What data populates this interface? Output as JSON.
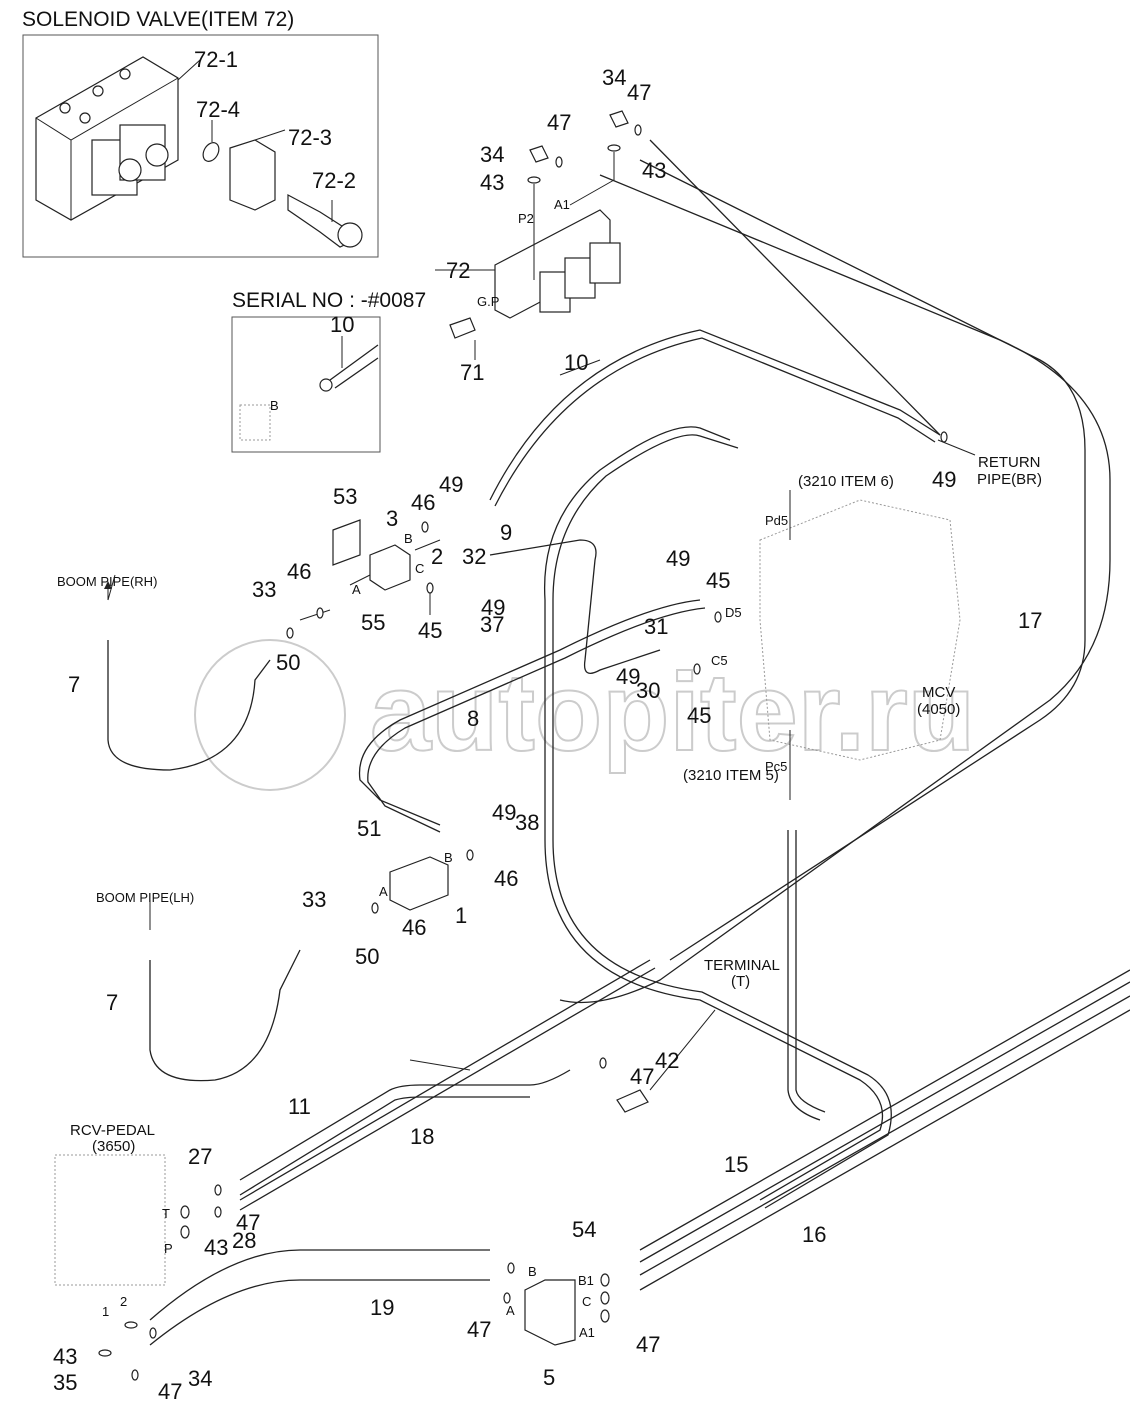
{
  "diagram": {
    "inset_solenoid": {
      "title": "SOLENOID VALVE(ITEM 72)",
      "callouts": [
        "72-1",
        "72-4",
        "72-3",
        "72-2"
      ]
    },
    "inset_serial": {
      "title": "SERIAL NO : -#0087",
      "callouts": [
        "10",
        "B"
      ]
    },
    "notes": {
      "return_pipe": "RETURN\nPIPE(BR)",
      "return_pipe_line1": "RETURN",
      "return_pipe_line2": "PIPE(BR)",
      "item6": "(3210 ITEM 6)",
      "item5": "(3210 ITEM 5)",
      "mcv_line1": "MCV",
      "mcv_line2": "(4050)",
      "boom_rh": "BOOM PIPE(RH)",
      "boom_lh": "BOOM PIPE(LH)",
      "terminal_line1": "TERMINAL",
      "terminal_line2": "(T)",
      "rcv_line1": "RCV-PEDAL",
      "rcv_line2": "(3650)",
      "watermark": "autopiter.ru"
    },
    "port_labels": [
      "P2",
      "A1",
      "G.P",
      "B",
      "C",
      "A",
      "D5",
      "C5",
      "Pd5",
      "Pc5",
      "B",
      "A",
      "T",
      "P",
      "1",
      "2",
      "B",
      "A",
      "B1",
      "C",
      "A1"
    ],
    "callouts": [
      "34",
      "47",
      "34",
      "47",
      "43",
      "43",
      "72",
      "71",
      "10",
      "53",
      "3",
      "46",
      "49",
      "2",
      "32",
      "9",
      "46",
      "33",
      "45",
      "55",
      "37",
      "49",
      "49",
      "45",
      "31",
      "49",
      "30",
      "45",
      "50",
      "7",
      "8",
      "49",
      "17",
      "51",
      "49",
      "38",
      "46",
      "33",
      "46",
      "1",
      "50",
      "7",
      "42",
      "47",
      "11",
      "18",
      "15",
      "16",
      "27",
      "47",
      "43",
      "28",
      "54",
      "47",
      "47",
      "43",
      "35",
      "47",
      "34",
      "19",
      "5"
    ]
  }
}
